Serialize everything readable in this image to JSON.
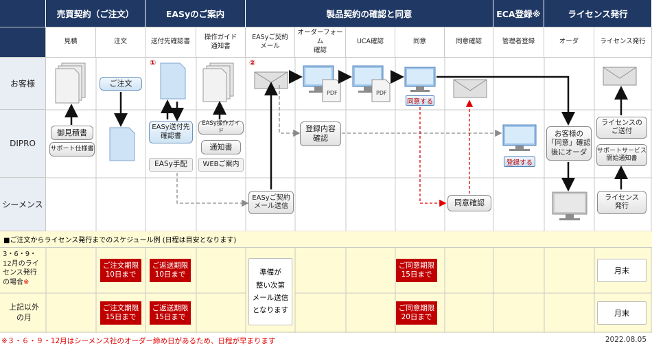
{
  "headers": {
    "row1": [
      "売買契約（ご注文）",
      "EASyのご案内",
      "製品契約の確認と同意",
      "ECA登録※",
      "ライセンス発行"
    ],
    "row2": [
      "見積",
      "注文",
      "送付先確認書",
      "操作ガイド\n通知書",
      "EASyご契約\nメール",
      "オーダーフォーム\n確認",
      "UCA確認",
      "同意",
      "同意確認",
      "管理者登録",
      "オーダ",
      "ライセンス発行"
    ]
  },
  "rows": [
    "お客様",
    "DIPRO",
    "シーメンス"
  ],
  "boxes": {
    "gochumon": "ご注文",
    "gomitsumori": "御見積書",
    "support_spec": "サポート仕様書",
    "easy_addr": "EASy送付先\n確認書",
    "easy_tehai": "EASy手配",
    "easy_guide": "EASy操作ガイド",
    "tsuchisho": "通知書",
    "web_annai": "WEBご案内",
    "easy_mail": "EASyご契約\nメール送信",
    "toroku_kakunin": "登録内容\n確認",
    "doui_kakunin": "同意確認",
    "okyaku_doui": "お客様の\n「同意」確認\n後にオーダ",
    "license_sofu": "ライセンスの\nご送付",
    "support_start": "サポートサービス\n開始通知書",
    "license_hakko": "ライセンス\n発行"
  },
  "buttons": {
    "doui_suru": "同意する",
    "toroku_suru": "登録する"
  },
  "pdf_label": "PDF",
  "step_marks": [
    "①",
    "②"
  ],
  "schedule": {
    "title": "■ご注文からライセンス発行までのスケジュール例 (日程は目安となります)",
    "row_a_label": "3・6・9・\n12月のライ\nセンス発行\nの場合",
    "row_a_mark": "※",
    "row_b_label": "上記以外\nの月",
    "a_chumon": "ご注文期限\n10日まで",
    "a_henso": "ご返送期限\n10日まで",
    "a_doui": "ご同意期限\n15日まで",
    "b_chumon": "ご注文期限\n15日まで",
    "b_henso": "ご返送期限\n15日まで",
    "b_doui": "ご同意期限\n20日まで",
    "mail_note": "準備が\n整い次第\nメール送信\nとなります",
    "getsumatsu": "月末"
  },
  "footer": {
    "note": "※３・６・９・12月はシーメンス社のオーダー締め日があるため、日程が早まります",
    "date": "2022.08.05"
  },
  "colors": {
    "header": "#1f3864",
    "accent_red": "#c00000",
    "schedule_bg": "#fffbd5",
    "row_label_bg": "#e9edf4"
  },
  "icons": [
    "document-icon",
    "envelope-icon",
    "computer-pdf-icon",
    "monitor-icon",
    "server-icon"
  ]
}
